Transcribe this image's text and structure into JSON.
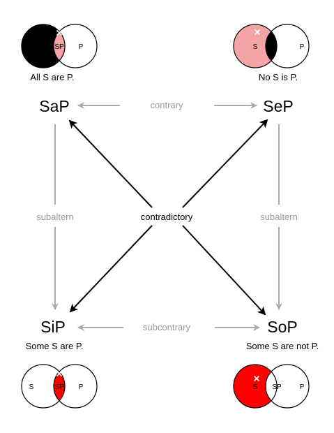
{
  "corners": {
    "a": {
      "code": "SaP",
      "statement": "All S are P."
    },
    "e": {
      "code": "SeP",
      "statement": "No S is P."
    },
    "i": {
      "code": "SiP",
      "statement": "Some S are P."
    },
    "o": {
      "code": "SoP",
      "statement": "Some S are not P."
    }
  },
  "relations": {
    "contrary": "contrary",
    "subcontrary": "subcontrary",
    "subaltern_left": "subaltern",
    "subaltern_right": "subaltern",
    "contradictory": "contradictory"
  },
  "venn": {
    "a": {
      "s_only": "",
      "overlap": "SP",
      "p_only": "P"
    },
    "e": {
      "s_only": "S",
      "overlap": "",
      "p_only": "P"
    },
    "i": {
      "s_only": "S",
      "overlap": "SP",
      "p_only": "P"
    },
    "o": {
      "s_only": "S",
      "overlap": "SP",
      "p_only": "P"
    }
  },
  "colors": {
    "shaded_empty": "#000000",
    "light_overlap": "#f4a4a4",
    "red_nonempty": "#ff0000",
    "gray_arrow": "#aaaaaa",
    "black_arrow": "#000000",
    "gray_label": "#999999",
    "marker": "#ffffff"
  },
  "icons": {
    "marker": "x-mark-icon"
  }
}
